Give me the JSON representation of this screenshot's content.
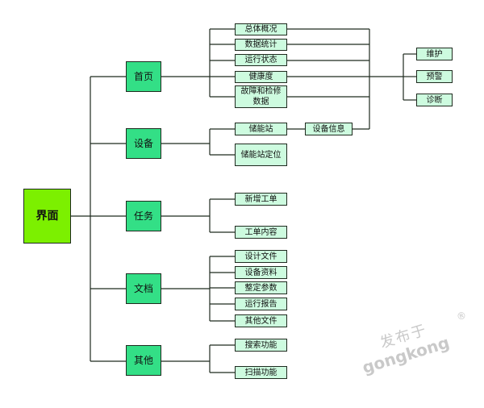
{
  "root": {
    "label": "界面"
  },
  "categories": {
    "home": {
      "label": "首页"
    },
    "device": {
      "label": "设备"
    },
    "task": {
      "label": "任务"
    },
    "docs": {
      "label": "文档"
    },
    "other": {
      "label": "其他"
    }
  },
  "home_items": [
    "总体概况",
    "数据统计",
    "运行状态",
    "健康度",
    "故障和检修数据"
  ],
  "health_items": [
    "维护",
    "预警",
    "诊断"
  ],
  "device_items": [
    "储能站",
    "储能站定位"
  ],
  "device_info": "设备信息",
  "task_items": [
    "新增工单",
    "工单内容"
  ],
  "doc_items": [
    "设计文件",
    "设备资料",
    "整定参数",
    "运行报告",
    "其他文件"
  ],
  "other_items": [
    "搜索功能",
    "扫描功能"
  ],
  "watermark": {
    "cn": "发布于",
    "en": "gongkong",
    "reg": "®"
  },
  "colors": {
    "root": "#7cf000",
    "category": "#33df86",
    "leaf": "#cdfbdf",
    "line": "#1f2a1f"
  }
}
